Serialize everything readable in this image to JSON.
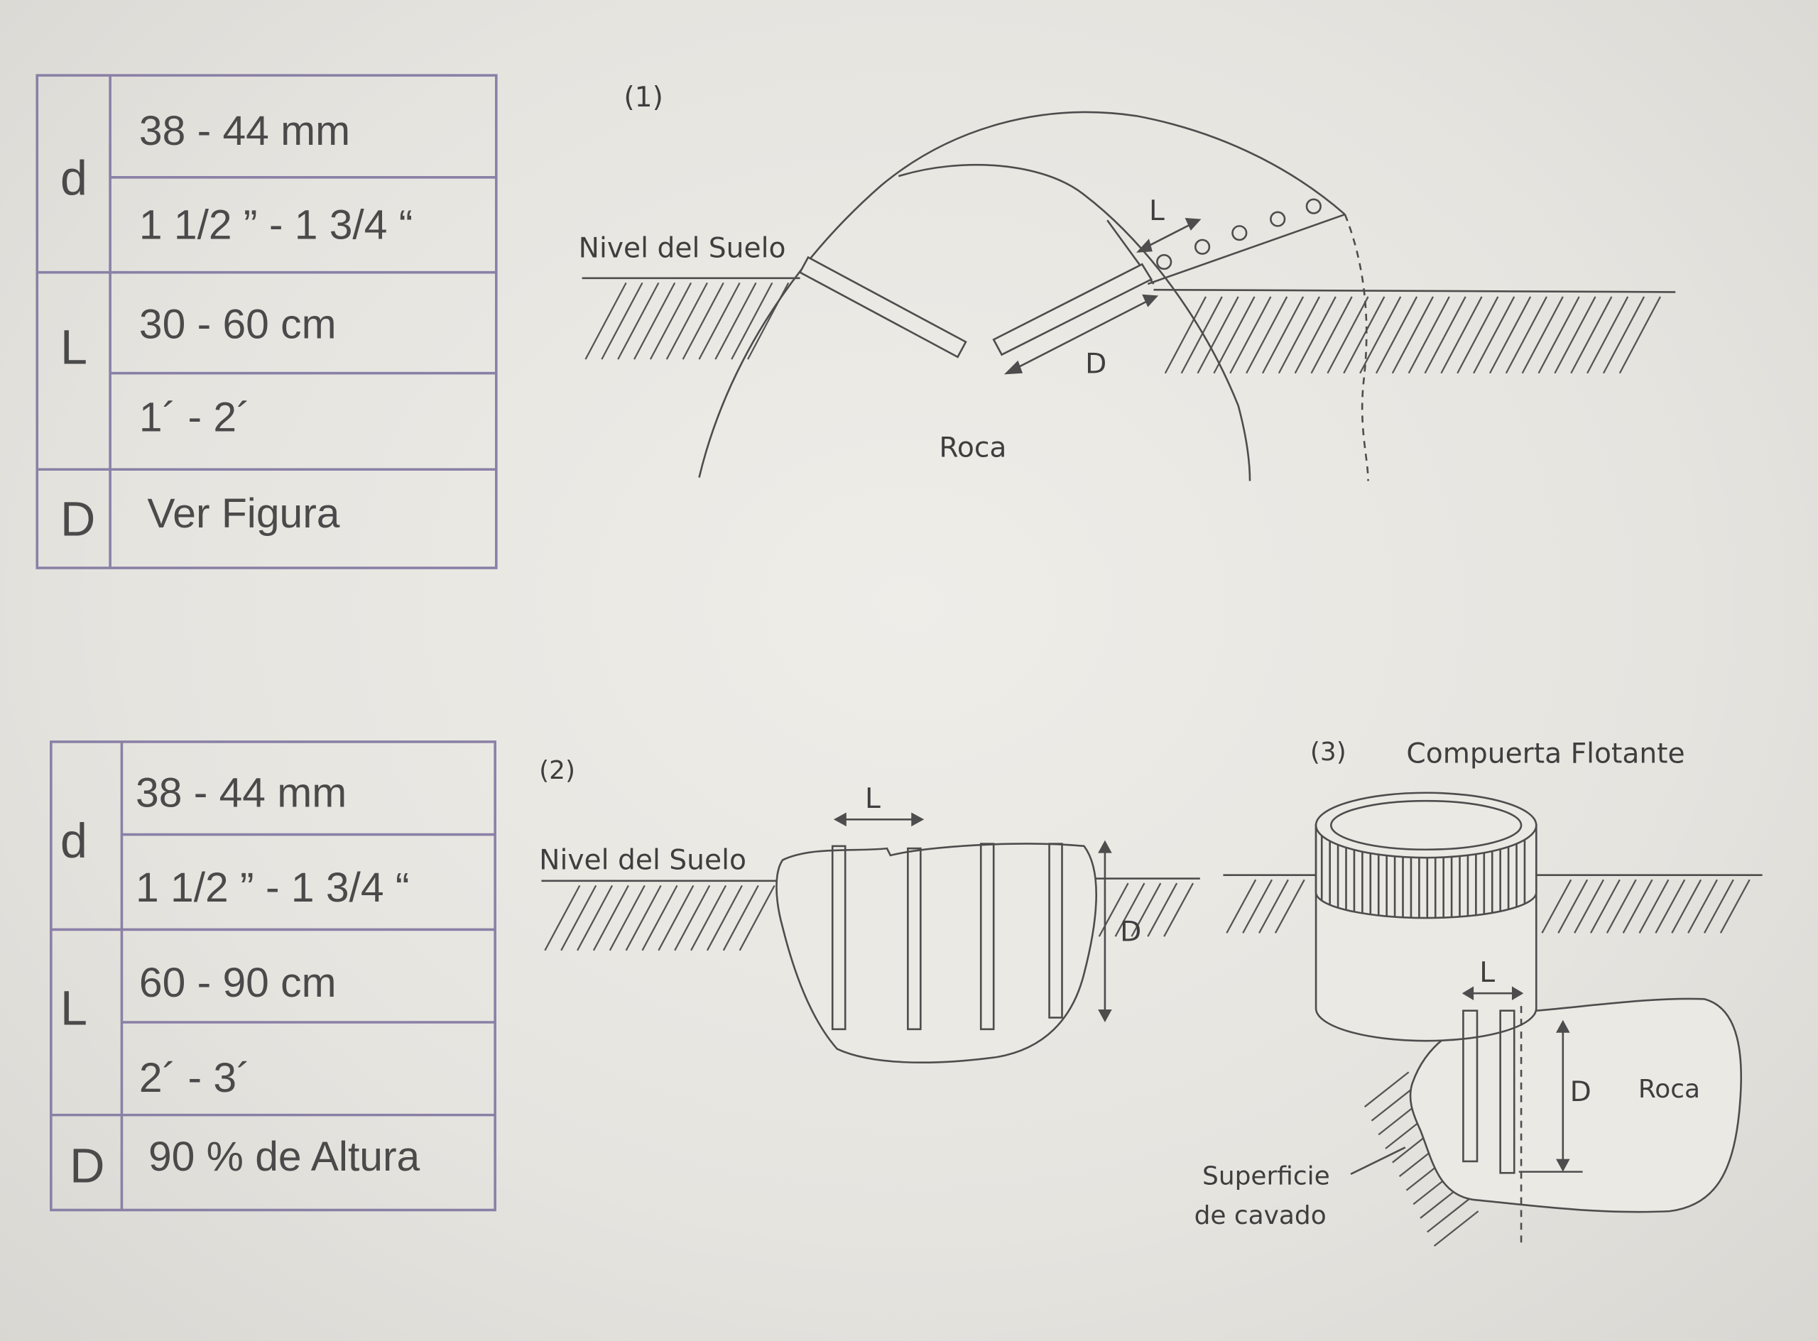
{
  "table_1": {
    "rows": [
      {
        "symbol": "d",
        "values": [
          "38 - 44 mm",
          "1 1/2 ” - 1 3/4 “"
        ]
      },
      {
        "symbol": "L",
        "values": [
          "30 - 60 cm",
          "1´ - 2´"
        ]
      },
      {
        "symbol": "D",
        "values": [
          "Ver Figura"
        ]
      }
    ]
  },
  "table_2": {
    "rows": [
      {
        "symbol": "d",
        "values": [
          "38 - 44 mm",
          "1 1/2 ” - 1 3/4 “"
        ]
      },
      {
        "symbol": "L",
        "values": [
          "60 - 90 cm",
          "2´ - 3´"
        ]
      },
      {
        "symbol": "D",
        "values": [
          "90 % de Altura"
        ]
      }
    ]
  },
  "figure_1": {
    "number": "(1)",
    "ground_label": "Nivel del Suelo",
    "rock_label": "Roca",
    "length_label": "L",
    "depth_label": "D"
  },
  "figure_2": {
    "number": "(2)",
    "ground_label": "Nivel del Suelo",
    "length_label": "L",
    "depth_label": "D"
  },
  "figure_3": {
    "number": "(3)",
    "title": "Compuerta Flotante",
    "rock_label": "Roca",
    "length_label": "L",
    "depth_label": "D",
    "surface_label_line1": "Superficie",
    "surface_label_line2": "de cavado"
  }
}
